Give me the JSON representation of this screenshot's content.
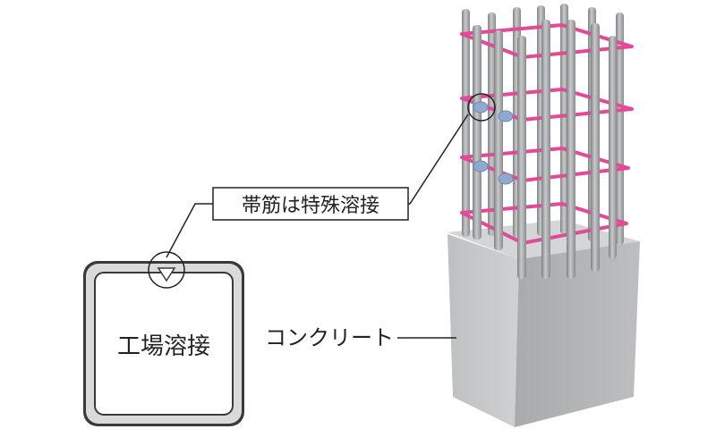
{
  "labels": {
    "hoop_weld": "帯筋は特殊溶接",
    "factory_weld": "工場溶接",
    "concrete": "コンクリート"
  },
  "colors": {
    "hoop": "#e24a97",
    "rebar": "#9ea0a2",
    "concrete": "#c2c3c4",
    "weld": "#8fa9cf",
    "outline": "#3a3a3a",
    "ring_frame": "#dadada"
  }
}
